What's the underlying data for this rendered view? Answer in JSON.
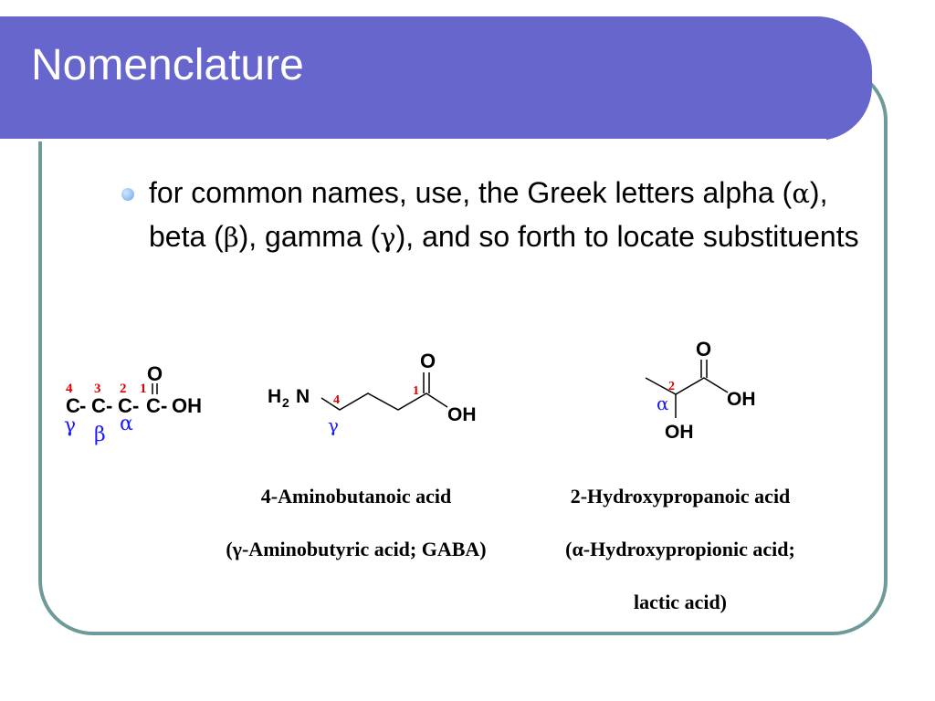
{
  "slide": {
    "title": "Nomenclature",
    "bullet": {
      "part1": "for common names, use, the Greek letters alpha (",
      "alpha": "α",
      "part2": "), beta (",
      "beta": "β",
      "part3": "), gamma (",
      "gamma": "γ",
      "part4": "), and so forth to locate substituents"
    }
  },
  "diagram1": {
    "numbers": [
      "4",
      "3",
      "2",
      "1"
    ],
    "carbons": [
      "C",
      "C",
      "C",
      "C"
    ],
    "hyphen": "-",
    "oxygen": "O",
    "hydroxyl": "OH",
    "greek": [
      "γ",
      "β",
      "α"
    ]
  },
  "diagram2": {
    "amine_h": "H",
    "amine_sub": "2",
    "amine_n": "N",
    "label_4": "4",
    "label_1": "1",
    "oxygen": "O",
    "hydroxyl": "OH",
    "gamma": "γ",
    "name_line1": "4-Aminobutanoic acid",
    "name_line2": "(γ-Aminobutyric acid; GABA)"
  },
  "diagram3": {
    "label_2": "2",
    "alpha": "α",
    "oxygen": "O",
    "hydroxyl_acid": "OH",
    "hydroxyl_alpha": "OH",
    "name_line1": "2-Hydroxypropanoic acid",
    "name_line2": "(α-Hydroxypropionic acid;",
    "name_line3": "lactic acid)"
  },
  "colors": {
    "title_bar": "#6666cc",
    "frame": "#6e9a9a",
    "red_labels": "#dd0000",
    "blue_greek": "#1a1aff"
  }
}
